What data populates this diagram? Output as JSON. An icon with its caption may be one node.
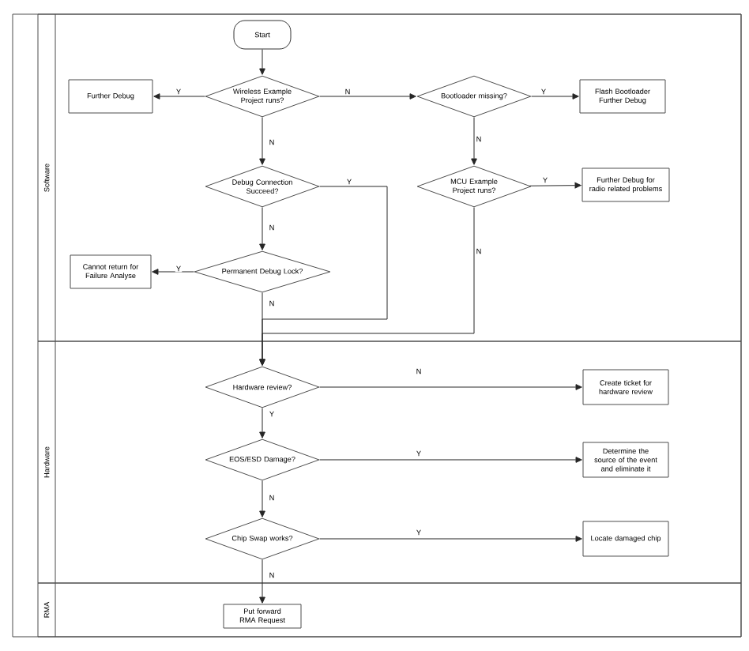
{
  "diagram": {
    "nodes": [
      {
        "text": [
          "Software"
        ]
      },
      {
        "text": [
          "Start"
        ],
        "in": 0
      },
      {
        "text": [
          "Wireless Example Project runs?"
        ],
        "in": 0
      },
      {
        "text": [
          "Further Debug"
        ],
        "in": 0
      },
      {
        "text": [
          "Bootloader missing?"
        ],
        "in": 0
      },
      {
        "text": [
          "Flash Bootloader Further Debug"
        ],
        "in": 0
      },
      {
        "text": [
          "Debug Connection Succeed?"
        ],
        "in": 0
      },
      {
        "text": [
          "MCU Example Project runs?"
        ],
        "in": 0
      },
      {
        "text": [
          "Further Debug for radio related problems"
        ],
        "in": 0
      },
      {
        "text": [
          "Permanent Debug Lock?"
        ],
        "in": 0
      },
      {
        "text": [
          "Cannot return for Failure Analyse"
        ],
        "in": 0
      },
      {
        "text": [
          "Hardware"
        ]
      },
      {
        "text": [
          "Hardware review?"
        ],
        "in": 11
      },
      {
        "text": [
          "Create ticket for hardware review"
        ],
        "in": 11
      },
      {
        "text": [
          "EOS/ESD Damage?"
        ],
        "in": 11
      },
      {
        "text": [
          "Determine the source of the event and eliminate it"
        ],
        "in": 11
      },
      {
        "text": [
          "Chip Swap works?"
        ],
        "in": 11
      },
      {
        "text": [
          "Locate damaged chip"
        ],
        "in": 11
      },
      {
        "text": [
          "RMA"
        ]
      },
      {
        "text": [
          "Put forward RMA Request"
        ],
        "in": 18
      }
    ],
    "edges": [
      {
        "from": 1,
        "to": 2,
        "arrow": "to"
      },
      {
        "from": 2,
        "to": 3,
        "arrow": "to",
        "label": "Y"
      },
      {
        "from": 2,
        "to": 4,
        "arrow": "to",
        "label": "N"
      },
      {
        "from": 4,
        "to": 5,
        "arrow": "to",
        "label": "Y"
      },
      {
        "from": 4,
        "to": 7,
        "arrow": "to",
        "label": "N"
      },
      {
        "from": 7,
        "to": 8,
        "arrow": "to",
        "label": "Y"
      },
      {
        "from": 2,
        "to": 6,
        "arrow": "to",
        "label": "N"
      },
      {
        "from": 6,
        "to": 9,
        "arrow": "to",
        "label": "N"
      },
      {
        "from": 9,
        "to": 10,
        "arrow": "to",
        "label": "Y"
      },
      {
        "from": 6,
        "to": 12,
        "arrow": "to",
        "label": "Y"
      },
      {
        "from": 7,
        "to": 12,
        "arrow": "to",
        "label": "N"
      },
      {
        "from": 9,
        "to": 12,
        "arrow": "to",
        "label": "N"
      },
      {
        "from": 12,
        "to": 13,
        "arrow": "to",
        "label": "N"
      },
      {
        "from": 12,
        "to": 14,
        "arrow": "to",
        "label": "Y"
      },
      {
        "from": 14,
        "to": 15,
        "arrow": "to",
        "label": "Y"
      },
      {
        "from": 14,
        "to": 16,
        "arrow": "to",
        "label": "N"
      },
      {
        "from": 16,
        "to": 17,
        "arrow": "to",
        "label": "Y"
      },
      {
        "from": 16,
        "to": 19,
        "arrow": "to",
        "label": "N"
      }
    ]
  }
}
